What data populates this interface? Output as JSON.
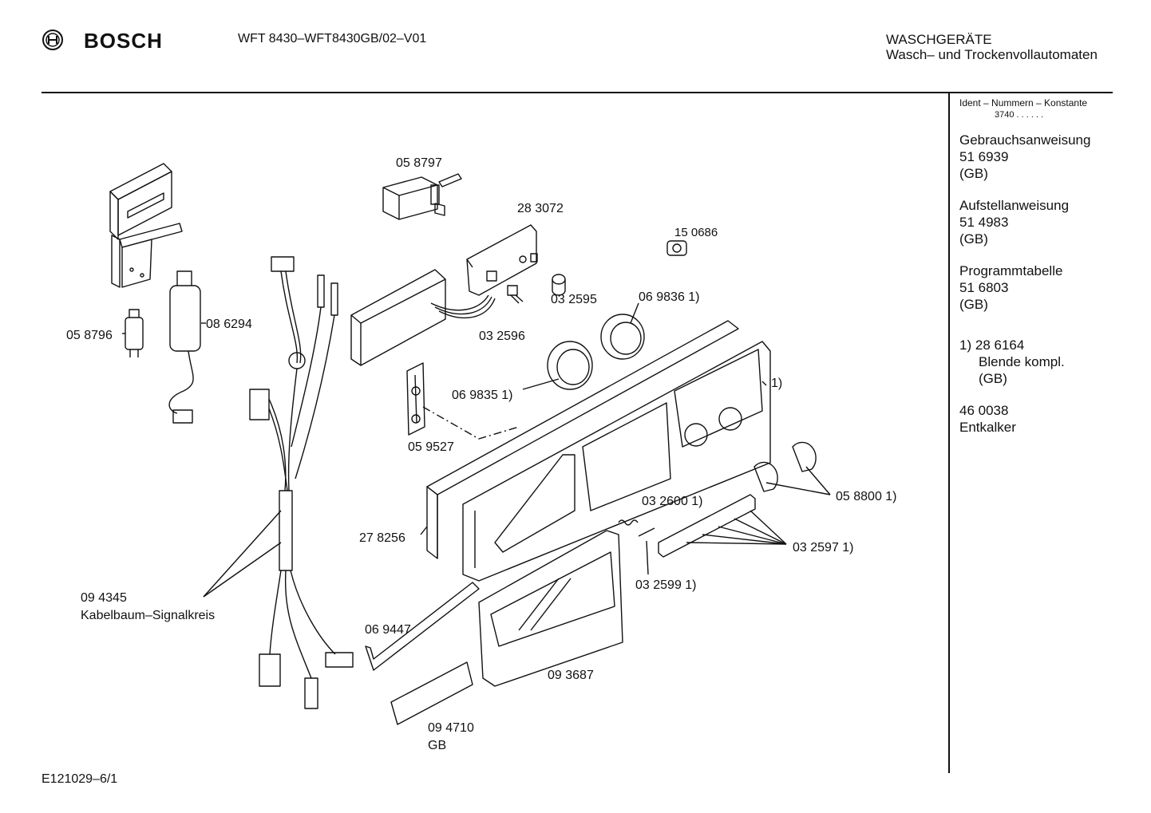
{
  "header": {
    "brand": "BOSCH",
    "model": "WFT 8430–WFT8430GB/02–V01",
    "category_line1": "WASCHGERÄTE",
    "category_line2": "Wasch– und Trockenvollautomaten"
  },
  "footer": {
    "code": "E121029–6/1"
  },
  "sidebar": {
    "ident_title": "Ident – Nummern – Konstante",
    "ident_value": "3740 . . . . . .",
    "docs": [
      {
        "title": "Gebrauchsanweisung",
        "number": "51 6939",
        "region": "(GB)"
      },
      {
        "title": "Aufstellanweisung",
        "number": "51 4983",
        "region": "(GB)"
      },
      {
        "title": "Programmtabelle",
        "number": "51 6803",
        "region": "(GB)"
      }
    ],
    "note": {
      "marker": "1)",
      "number": "28 6164",
      "text": "Blende kompl.",
      "region": "(GB)"
    },
    "extra": {
      "number": "46 0038",
      "text": "Entkalker"
    }
  },
  "parts": {
    "p058797": "05 8797",
    "p283072": "28 3072",
    "p150686": "15 0686",
    "p032595": "03 2595",
    "p069836": "06 9836 1)",
    "p032596": "03 2596",
    "p058796": "05 8796",
    "p086294": "08 6294",
    "p069835": "06 9835 1)",
    "note1": "1)",
    "p059527": "05 9527",
    "p032600": "03 2600 1)",
    "p058800": "05 8800 1)",
    "p278256": "27 8256",
    "p032597": "03 2597 1)",
    "p032599": "03 2599 1)",
    "p094345": "09 4345",
    "p094345_name": "Kabelbaum–Signalkreis",
    "p069447": "06 9447",
    "p093687": "09 3687",
    "p094710": "09 4710",
    "p094710_region": "GB"
  }
}
